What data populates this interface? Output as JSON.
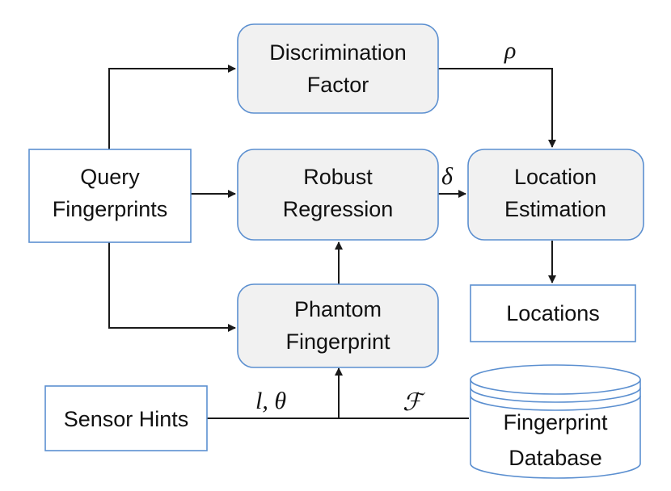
{
  "nodes": {
    "discrimination": [
      "Discrimination",
      "Factor"
    ],
    "query": [
      "Query",
      "Fingerprints"
    ],
    "robust": [
      "Robust",
      "Regression"
    ],
    "location": [
      "Location",
      "Estimation"
    ],
    "phantom": [
      "Phantom",
      "Fingerprint"
    ],
    "locations": "Locations",
    "sensor": "Sensor Hints",
    "database": [
      "Fingerprint",
      "Database"
    ]
  },
  "edge_labels": {
    "rho": "ρ",
    "delta": "δ",
    "l_theta": "l, θ",
    "F": "ℱ"
  },
  "colors": {
    "box_border": "#5b8fd0",
    "box_fill": "#f1f1f1",
    "arrow": "#1a1a1a"
  }
}
